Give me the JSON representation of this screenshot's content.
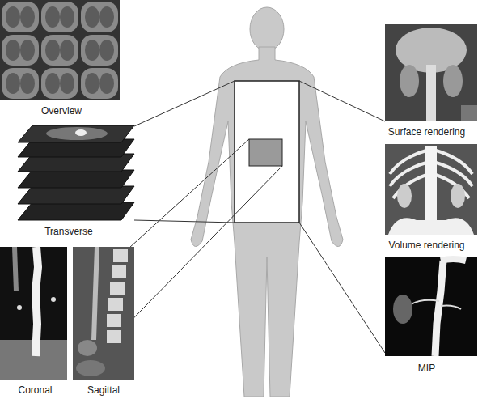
{
  "diagram": {
    "nodes": [
      {
        "text": [
          "Overview"
        ]
      },
      {
        "text": [
          "Transverse"
        ]
      },
      {
        "text": [
          "Coronal"
        ]
      },
      {
        "text": [
          "Sagittal"
        ]
      },
      {
        "text": [
          "Surface rendering"
        ]
      },
      {
        "text": [
          "Volume rendering"
        ]
      },
      {
        "text": [
          "MIP"
        ]
      }
    ]
  }
}
